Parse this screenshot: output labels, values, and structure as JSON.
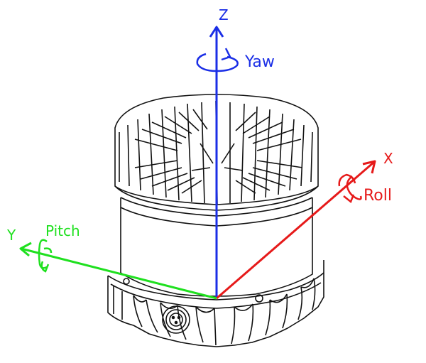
{
  "axes": {
    "z": {
      "label": "Z",
      "color": "#1a2ee6"
    },
    "x": {
      "label": "X",
      "color": "#e61a1a"
    },
    "y": {
      "label": "Y",
      "color": "#1fe01f"
    }
  },
  "rotations": {
    "yaw": {
      "label": "Yaw",
      "color": "#1a2ee6"
    },
    "roll": {
      "label": "Roll",
      "color": "#e61a1a"
    },
    "pitch": {
      "label": "Pitch",
      "color": "#1fe01f"
    }
  }
}
